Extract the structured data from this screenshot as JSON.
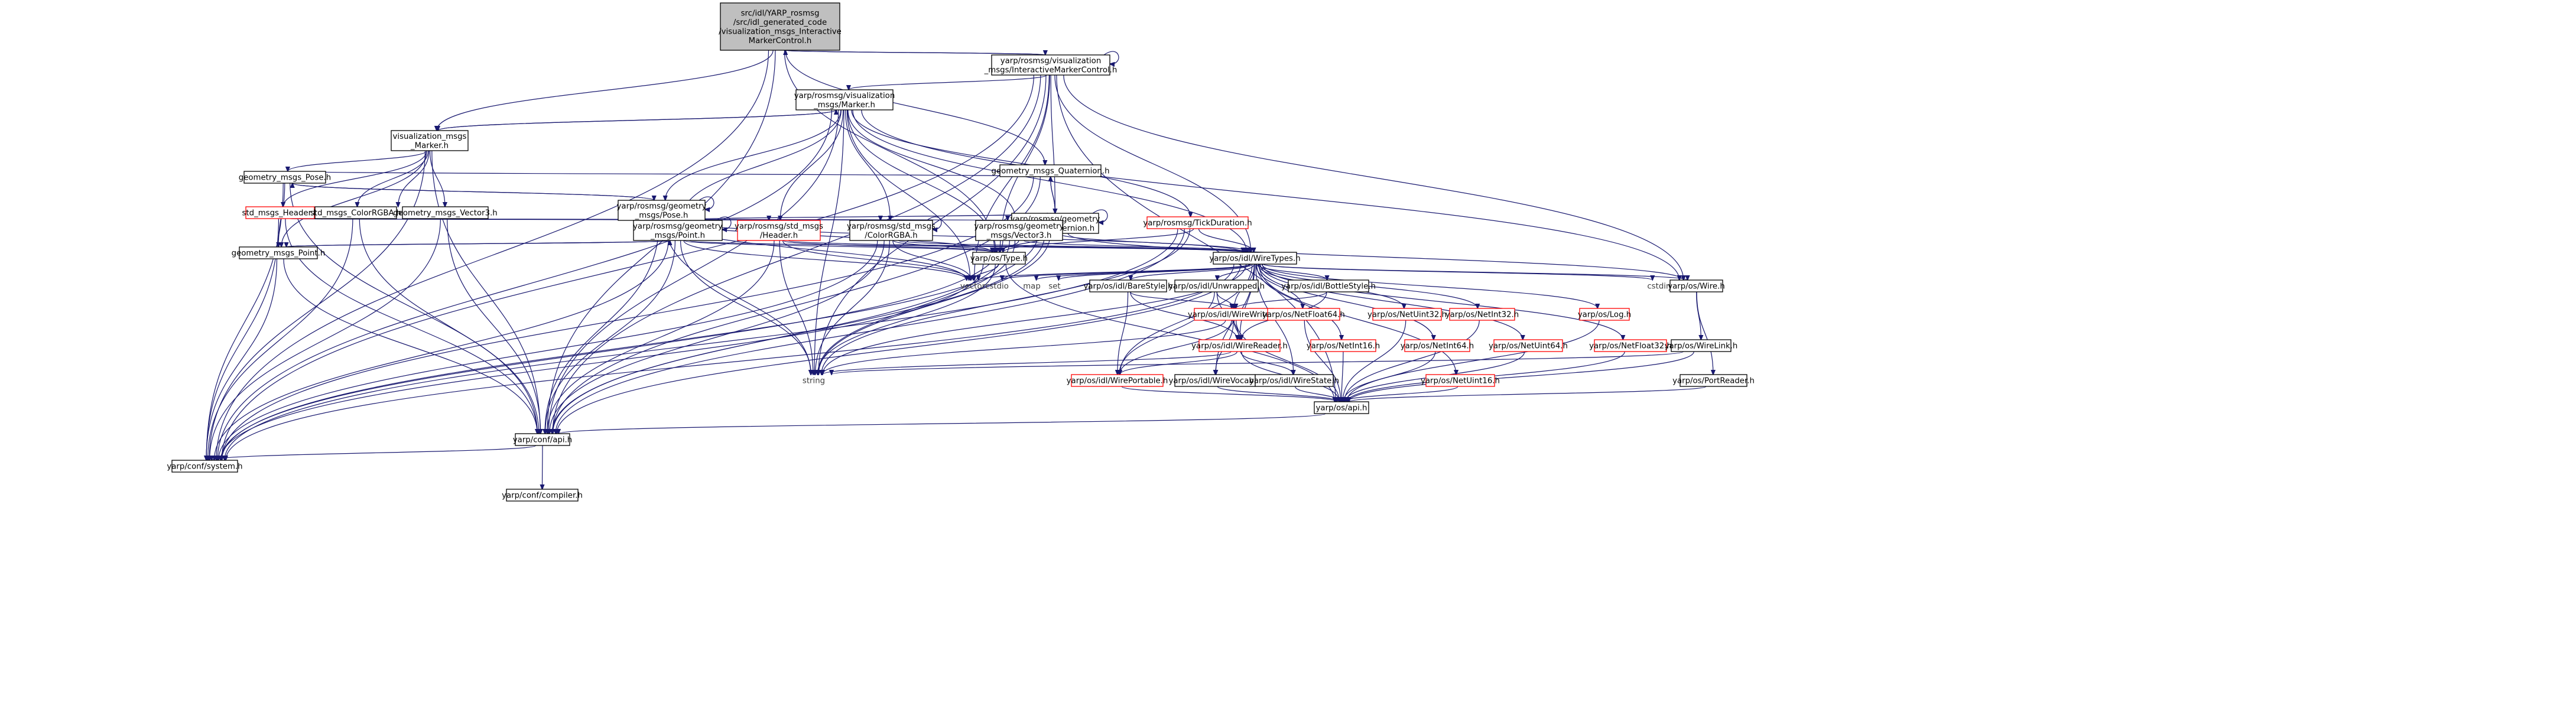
{
  "nodes": {
    "root": [
      "src/idl/YARP_rosmsg",
      "/src/idl_generated_code",
      "/visualization_msgs_Interactive",
      "MarkerControl.h"
    ],
    "imc": [
      "yarp/rosmsg/visualization",
      "_msgs/InteractiveMarkerControl.h"
    ],
    "marker": [
      "yarp/rosmsg/visualization",
      "_msgs/Marker.h"
    ],
    "vm_marker": [
      "visualization_msgs",
      "_Marker.h"
    ],
    "gm_pose": [
      "geometry_msgs_Pose.h"
    ],
    "gm_quat": [
      "geometry_msgs_Quaternion.h"
    ],
    "tickduration": [
      "TickDuration.h"
    ],
    "std_header": [
      "std_msgs_Header.h"
    ],
    "std_color": [
      "std_msgs_ColorRGBA.h"
    ],
    "gm_vec3": [
      "geometry_msgs_Vector3.h"
    ],
    "yr_pose": [
      "yarp/rosmsg/geometry",
      "_msgs/Pose.h"
    ],
    "yr_quat": [
      "yarp/rosmsg/geometry",
      "_msgs/Quaternion.h"
    ],
    "yr_tick": [
      "yarp/rosmsg/TickDuration.h"
    ],
    "yr_point": [
      "yarp/rosmsg/geometry",
      "_msgs/Point.h"
    ],
    "yr_header": [
      "yarp/rosmsg/std_msgs",
      "/Header.h"
    ],
    "yr_color": [
      "yarp/rosmsg/std_msgs",
      "/ColorRGBA.h"
    ],
    "yr_vec3": [
      "yarp/rosmsg/geometry",
      "_msgs/Vector3.h"
    ],
    "gm_point": [
      "geometry_msgs_Point.h"
    ],
    "type": [
      "yarp/os/Type.h"
    ],
    "wiretypes": [
      "yarp/os/idl/WireTypes.h"
    ],
    "vector": [
      "vector"
    ],
    "cstdio": [
      "cstdio"
    ],
    "map": [
      "map"
    ],
    "set": [
      "set"
    ],
    "barestyle": [
      "yarp/os/idl/BareStyle.h"
    ],
    "unwrapped": [
      "yarp/os/idl/Unwrapped.h"
    ],
    "bottlestyle": [
      "yarp/os/idl/BottleStyle.h"
    ],
    "cstdint": [
      "cstdint"
    ],
    "wire": [
      "yarp/os/Wire.h"
    ],
    "wirewriter": [
      "yarp/os/idl/WireWriter.h"
    ],
    "netfloat64": [
      "yarp/os/NetFloat64.h"
    ],
    "netuint32": [
      "yarp/os/NetUint32.h"
    ],
    "netint32": [
      "yarp/os/NetInt32.h"
    ],
    "log": [
      "yarp/os/Log.h"
    ],
    "netint16": [
      "yarp/os/NetInt16.h"
    ],
    "wirereader": [
      "yarp/os/idl/WireReader.h"
    ],
    "netint64": [
      "yarp/os/NetInt64.h"
    ],
    "netuint64": [
      "yarp/os/NetUint64.h"
    ],
    "netfloat32": [
      "yarp/os/NetFloat32.h"
    ],
    "wirelink": [
      "yarp/os/WireLink.h"
    ],
    "string": [
      "string"
    ],
    "wireportable": [
      "yarp/os/idl/WirePortable.h"
    ],
    "wirevocab": [
      "yarp/os/idl/WireVocab.h"
    ],
    "wirestate": [
      "yarp/os/idl/WireState.h"
    ],
    "netuint16": [
      "yarp/os/NetUint16.h"
    ],
    "portreader": [
      "yarp/os/PortReader.h"
    ],
    "api": [
      "yarp/os/api.h"
    ],
    "config": [
      "yarp/conf/api.h"
    ],
    "system": [
      "yarp/conf/system.h"
    ],
    "compiler": [
      "yarp/conf/compiler.h"
    ]
  },
  "colors": {
    "edge": "#191970",
    "root_fill": "#bfbfbf",
    "missing_border": "#ff0000"
  }
}
